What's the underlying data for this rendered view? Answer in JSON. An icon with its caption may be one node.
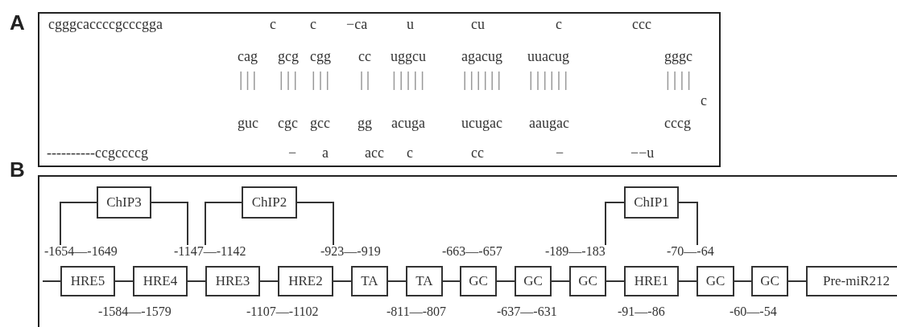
{
  "diagram": {
    "nodes": [
      {
        "text": [
          "A",
          "cgggcaccccgcccgga",
          "c",
          "c",
          "−ca",
          "u",
          "cu",
          "c",
          "ccc",
          "cag",
          "gcg",
          "cgg",
          "cc",
          "uggcu",
          "agacug",
          "uuacug",
          "gggc",
          "c",
          "guc",
          "cgc",
          "gcc",
          "gg",
          "acuga",
          "ucugac",
          "aaugac",
          "cccg",
          "----------ccgccccg",
          "−",
          "a",
          "acc",
          "c",
          "cc",
          "−",
          "−−u"
        ]
      },
      {
        "text": [
          "B"
        ]
      },
      {
        "text": [
          "ChIP3"
        ],
        "in": 1
      },
      {
        "text": [
          "ChIP2"
        ],
        "in": 1
      },
      {
        "text": [
          "ChIP1"
        ],
        "in": 1
      },
      {
        "text": [
          "-1654—-1649"
        ],
        "in": 1
      },
      {
        "text": [
          "-1147—-1142"
        ],
        "in": 1
      },
      {
        "text": [
          "-923—-919"
        ],
        "in": 1
      },
      {
        "text": [
          "-189—-183"
        ],
        "in": 1
      },
      {
        "text": [
          "-70—-64"
        ],
        "in": 1
      },
      {
        "text": [
          "HRE5"
        ],
        "in": 1
      },
      {
        "text": [
          "HRE4"
        ],
        "in": 1
      },
      {
        "text": [
          "HRE3"
        ],
        "in": 1
      },
      {
        "text": [
          "HRE2"
        ],
        "in": 1
      },
      {
        "text": [
          "TA"
        ],
        "in": 1
      },
      {
        "text": [
          "TA"
        ],
        "in": 1
      },
      {
        "text": [
          "GC"
        ],
        "in": 1
      },
      {
        "text": [
          "GC"
        ],
        "in": 1
      },
      {
        "text": [
          "GC"
        ],
        "in": 1
      },
      {
        "text": [
          "HRE1"
        ],
        "in": 1
      },
      {
        "text": [
          "GC"
        ],
        "in": 1
      },
      {
        "text": [
          "GC"
        ],
        "in": 1
      },
      {
        "text": [
          "Pre-miR212"
        ],
        "in": 1
      }
    ],
    "edges": [
      {
        "from": null,
        "to": 10,
        "arrow": "none"
      },
      {
        "from": 10,
        "to": 11,
        "arrow": "none"
      },
      {
        "from": 11,
        "to": 12,
        "arrow": "none"
      },
      {
        "from": 12,
        "to": 13,
        "arrow": "none"
      },
      {
        "from": 13,
        "to": 14,
        "arrow": "none"
      },
      {
        "from": 14,
        "to": 15,
        "arrow": "none"
      },
      {
        "from": 15,
        "to": 16,
        "arrow": "none"
      },
      {
        "from": 16,
        "to": 17,
        "arrow": "none"
      },
      {
        "from": 17,
        "to": 18,
        "arrow": "none"
      },
      {
        "from": 18,
        "to": 19,
        "arrow": "none"
      },
      {
        "from": 19,
        "to": 20,
        "arrow": "none"
      },
      {
        "from": 20,
        "to": 21,
        "arrow": "none"
      },
      {
        "from": 21,
        "to": 22,
        "arrow": "none"
      },
      {
        "from": 2,
        "to": 5,
        "arrow": "none"
      },
      {
        "from": 2,
        "to": 6,
        "arrow": "none"
      },
      {
        "from": 3,
        "to": 6,
        "arrow": "none"
      },
      {
        "from": 3,
        "to": 7,
        "arrow": "none"
      },
      {
        "from": 4,
        "to": 8,
        "arrow": "none"
      },
      {
        "from": 4,
        "to": 9,
        "arrow": "none"
      }
    ],
    "labels": [
      "-663—-657",
      "-1584—-1579",
      "-1107—-1102",
      "-811—-807",
      "-637—-631",
      "-91—-86",
      "-60—-54"
    ]
  }
}
